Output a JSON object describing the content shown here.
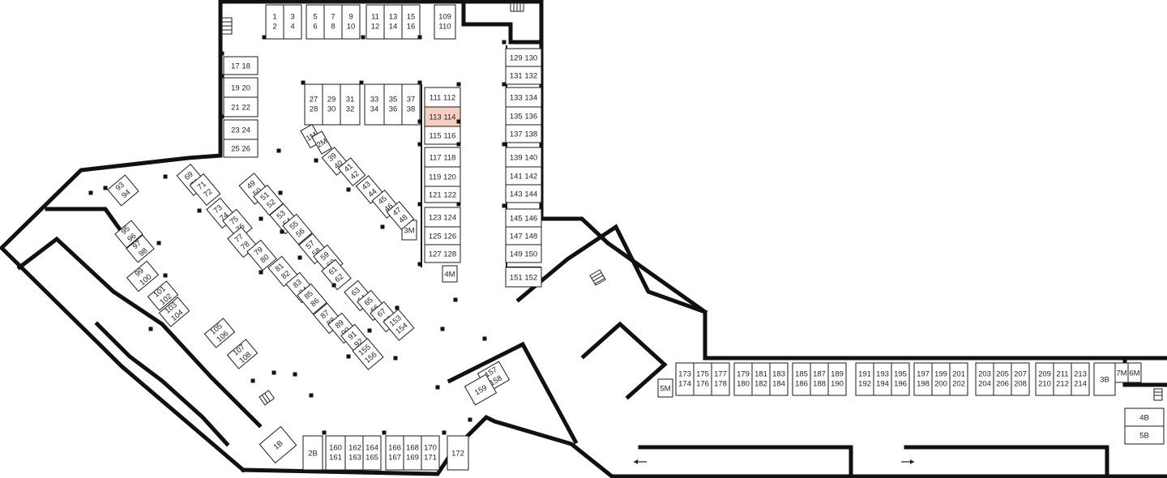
{
  "selected_unit": "113 114",
  "units": [
    {
      "id": "u1",
      "line1": "1",
      "line2": "2"
    },
    {
      "id": "u3",
      "line1": "3",
      "line2": "4"
    },
    {
      "id": "u5",
      "line1": "5",
      "line2": "6"
    },
    {
      "id": "u7",
      "line1": "7",
      "line2": "8"
    },
    {
      "id": "u9",
      "line1": "9",
      "line2": "10"
    },
    {
      "id": "u11",
      "line1": "11",
      "line2": "12"
    },
    {
      "id": "u13",
      "line1": "13",
      "line2": "14"
    },
    {
      "id": "u15",
      "line1": "15",
      "line2": "16"
    },
    {
      "id": "u109",
      "line1": "109",
      "line2": "110"
    },
    {
      "id": "u17",
      "line1": "17  18",
      "line2": ""
    },
    {
      "id": "u19",
      "line1": "19  20",
      "line2": ""
    },
    {
      "id": "u21",
      "line1": "21  22",
      "line2": ""
    },
    {
      "id": "u23",
      "line1": "23  24",
      "line2": ""
    },
    {
      "id": "u25",
      "line1": "25  26",
      "line2": ""
    },
    {
      "id": "u27",
      "line1": "27",
      "line2": "28"
    },
    {
      "id": "u29",
      "line1": "29",
      "line2": "30"
    },
    {
      "id": "u31",
      "line1": "31",
      "line2": "32"
    },
    {
      "id": "u33",
      "line1": "33",
      "line2": "34"
    },
    {
      "id": "u35",
      "line1": "35",
      "line2": "36"
    },
    {
      "id": "u37",
      "line1": "37",
      "line2": "38"
    },
    {
      "id": "u111",
      "line1": "111  112",
      "line2": ""
    },
    {
      "id": "u113",
      "line1": "113  114",
      "line2": ""
    },
    {
      "id": "u115",
      "line1": "115  116",
      "line2": ""
    },
    {
      "id": "u117",
      "line1": "117  118",
      "line2": ""
    },
    {
      "id": "u119",
      "line1": "119  120",
      "line2": ""
    },
    {
      "id": "u121",
      "line1": "121  122",
      "line2": ""
    },
    {
      "id": "u123",
      "line1": "123  124",
      "line2": ""
    },
    {
      "id": "u125",
      "line1": "125  126",
      "line2": ""
    },
    {
      "id": "u127",
      "line1": "127  128",
      "line2": ""
    },
    {
      "id": "u4m",
      "line1": "4M",
      "line2": ""
    },
    {
      "id": "u3m",
      "line1": "3M",
      "line2": ""
    },
    {
      "id": "u129",
      "line1": "129  130",
      "line2": ""
    },
    {
      "id": "u131",
      "line1": "131  132",
      "line2": ""
    },
    {
      "id": "u133",
      "line1": "133  134",
      "line2": ""
    },
    {
      "id": "u135",
      "line1": "135  136",
      "line2": ""
    },
    {
      "id": "u137",
      "line1": "137  138",
      "line2": ""
    },
    {
      "id": "u139",
      "line1": "139  140",
      "line2": ""
    },
    {
      "id": "u141",
      "line1": "141  142",
      "line2": ""
    },
    {
      "id": "u143",
      "line1": "143  144",
      "line2": ""
    },
    {
      "id": "u145",
      "line1": "145  146",
      "line2": ""
    },
    {
      "id": "u147",
      "line1": "147  148",
      "line2": ""
    },
    {
      "id": "u149",
      "line1": "149  150",
      "line2": ""
    },
    {
      "id": "u151",
      "line1": "151  152",
      "line2": ""
    },
    {
      "id": "u1m",
      "line1": "1M",
      "line2": ""
    },
    {
      "id": "u2m",
      "line1": "2M",
      "line2": ""
    },
    {
      "id": "u39",
      "line1": "39",
      "line2": "40"
    },
    {
      "id": "u41",
      "line1": "41",
      "line2": "42"
    },
    {
      "id": "u43",
      "line1": "43",
      "line2": "44"
    },
    {
      "id": "u45",
      "line1": "45",
      "line2": "46"
    },
    {
      "id": "u47",
      "line1": "47",
      "line2": "48"
    },
    {
      "id": "u49",
      "line1": "49",
      "line2": "50"
    },
    {
      "id": "u51",
      "line1": "51",
      "line2": "52"
    },
    {
      "id": "u53",
      "line1": "53",
      "line2": "54"
    },
    {
      "id": "u55",
      "line1": "55",
      "line2": "56"
    },
    {
      "id": "u57",
      "line1": "57",
      "line2": "58"
    },
    {
      "id": "u59",
      "line1": "59",
      "line2": "60"
    },
    {
      "id": "u61",
      "line1": "61",
      "line2": "62"
    },
    {
      "id": "u63",
      "line1": "63",
      "line2": "64"
    },
    {
      "id": "u65",
      "line1": "65",
      "line2": "66"
    },
    {
      "id": "u67",
      "line1": "67",
      "line2": "68"
    },
    {
      "id": "u69",
      "line1": "69",
      "line2": "70"
    },
    {
      "id": "u71",
      "line1": "71",
      "line2": "72"
    },
    {
      "id": "u73",
      "line1": "73",
      "line2": "74"
    },
    {
      "id": "u75",
      "line1": "75",
      "line2": "76"
    },
    {
      "id": "u77",
      "line1": "77",
      "line2": "78"
    },
    {
      "id": "u79",
      "line1": "79",
      "line2": "80"
    },
    {
      "id": "u81",
      "line1": "81",
      "line2": "82"
    },
    {
      "id": "u83",
      "line1": "83",
      "line2": "84"
    },
    {
      "id": "u85",
      "line1": "85",
      "line2": "86"
    },
    {
      "id": "u87",
      "line1": "87",
      "line2": "88"
    },
    {
      "id": "u89",
      "line1": "89",
      "line2": "90"
    },
    {
      "id": "u91",
      "line1": "91",
      "line2": "92"
    },
    {
      "id": "u153",
      "line1": "153",
      "line2": "154"
    },
    {
      "id": "u155",
      "line1": "155",
      "line2": "156"
    },
    {
      "id": "u93",
      "line1": "93",
      "line2": "94"
    },
    {
      "id": "u95",
      "line1": "95",
      "line2": "96"
    },
    {
      "id": "u97",
      "line1": "97",
      "line2": "98"
    },
    {
      "id": "u99",
      "line1": "99",
      "line2": "100"
    },
    {
      "id": "u101",
      "line1": "101",
      "line2": "102"
    },
    {
      "id": "u103",
      "line1": "103",
      "line2": "104"
    },
    {
      "id": "u105",
      "line1": "105",
      "line2": "106"
    },
    {
      "id": "u107",
      "line1": "107",
      "line2": "108"
    },
    {
      "id": "u157",
      "line1": "157",
      "line2": "158"
    },
    {
      "id": "u159",
      "line1": "159",
      "line2": ""
    },
    {
      "id": "u1b",
      "line1": "1B",
      "line2": ""
    },
    {
      "id": "u2b",
      "line1": "2B",
      "line2": ""
    },
    {
      "id": "u160",
      "line1": "160",
      "line2": "161"
    },
    {
      "id": "u162",
      "line1": "162",
      "line2": "163"
    },
    {
      "id": "u164",
      "line1": "164",
      "line2": "165"
    },
    {
      "id": "u166",
      "line1": "166",
      "line2": "167"
    },
    {
      "id": "u168",
      "line1": "168",
      "line2": "169"
    },
    {
      "id": "u170",
      "line1": "170",
      "line2": "171"
    },
    {
      "id": "u172",
      "line1": "172",
      "line2": ""
    },
    {
      "id": "u5m",
      "line1": "5M",
      "line2": ""
    },
    {
      "id": "u173",
      "line1": "173",
      "line2": "174"
    },
    {
      "id": "u175",
      "line1": "175",
      "line2": "176"
    },
    {
      "id": "u177",
      "line1": "177",
      "line2": "178"
    },
    {
      "id": "u179",
      "line1": "179",
      "line2": "180"
    },
    {
      "id": "u181",
      "line1": "181",
      "line2": "182"
    },
    {
      "id": "u183",
      "line1": "183",
      "line2": "184"
    },
    {
      "id": "u185",
      "line1": "185",
      "line2": "186"
    },
    {
      "id": "u187",
      "line1": "187",
      "line2": "188"
    },
    {
      "id": "u189",
      "line1": "189",
      "line2": "190"
    },
    {
      "id": "u191",
      "line1": "191",
      "line2": "192"
    },
    {
      "id": "u193",
      "line1": "193",
      "line2": "194"
    },
    {
      "id": "u195",
      "line1": "195",
      "line2": "196"
    },
    {
      "id": "u197",
      "line1": "197",
      "line2": "198"
    },
    {
      "id": "u199",
      "line1": "199",
      "line2": "200"
    },
    {
      "id": "u201",
      "line1": "201",
      "line2": "202"
    },
    {
      "id": "u203",
      "line1": "203",
      "line2": "204"
    },
    {
      "id": "u205",
      "line1": "205",
      "line2": "206"
    },
    {
      "id": "u207",
      "line1": "207",
      "line2": "208"
    },
    {
      "id": "u209",
      "line1": "209",
      "line2": "210"
    },
    {
      "id": "u211",
      "line1": "211",
      "line2": "212"
    },
    {
      "id": "u213",
      "line1": "213",
      "line2": "214"
    },
    {
      "id": "u3b",
      "line1": "3B",
      "line2": ""
    },
    {
      "id": "u7m",
      "line1": "7M",
      "line2": ""
    },
    {
      "id": "u6m",
      "line1": "6M",
      "line2": ""
    },
    {
      "id": "u4b",
      "line1": "4B",
      "line2": ""
    },
    {
      "id": "u5b",
      "line1": "5B",
      "line2": ""
    }
  ],
  "icons": [
    {
      "id": "stairs-nw",
      "name": "stairs-icon"
    },
    {
      "id": "stairs-ne",
      "name": "stairs-icon"
    },
    {
      "id": "stairs-center",
      "name": "stairs-icon"
    },
    {
      "id": "stairs-sw",
      "name": "stairs-icon"
    },
    {
      "id": "stairs-east",
      "name": "stairs-icon"
    },
    {
      "id": "arrow-left",
      "name": "arrow-left-icon"
    },
    {
      "id": "arrow-right",
      "name": "arrow-right-icon"
    }
  ],
  "colors": {
    "selected_fill": "#f6cfc2",
    "wall": "#111111",
    "background": "#ffffff"
  }
}
